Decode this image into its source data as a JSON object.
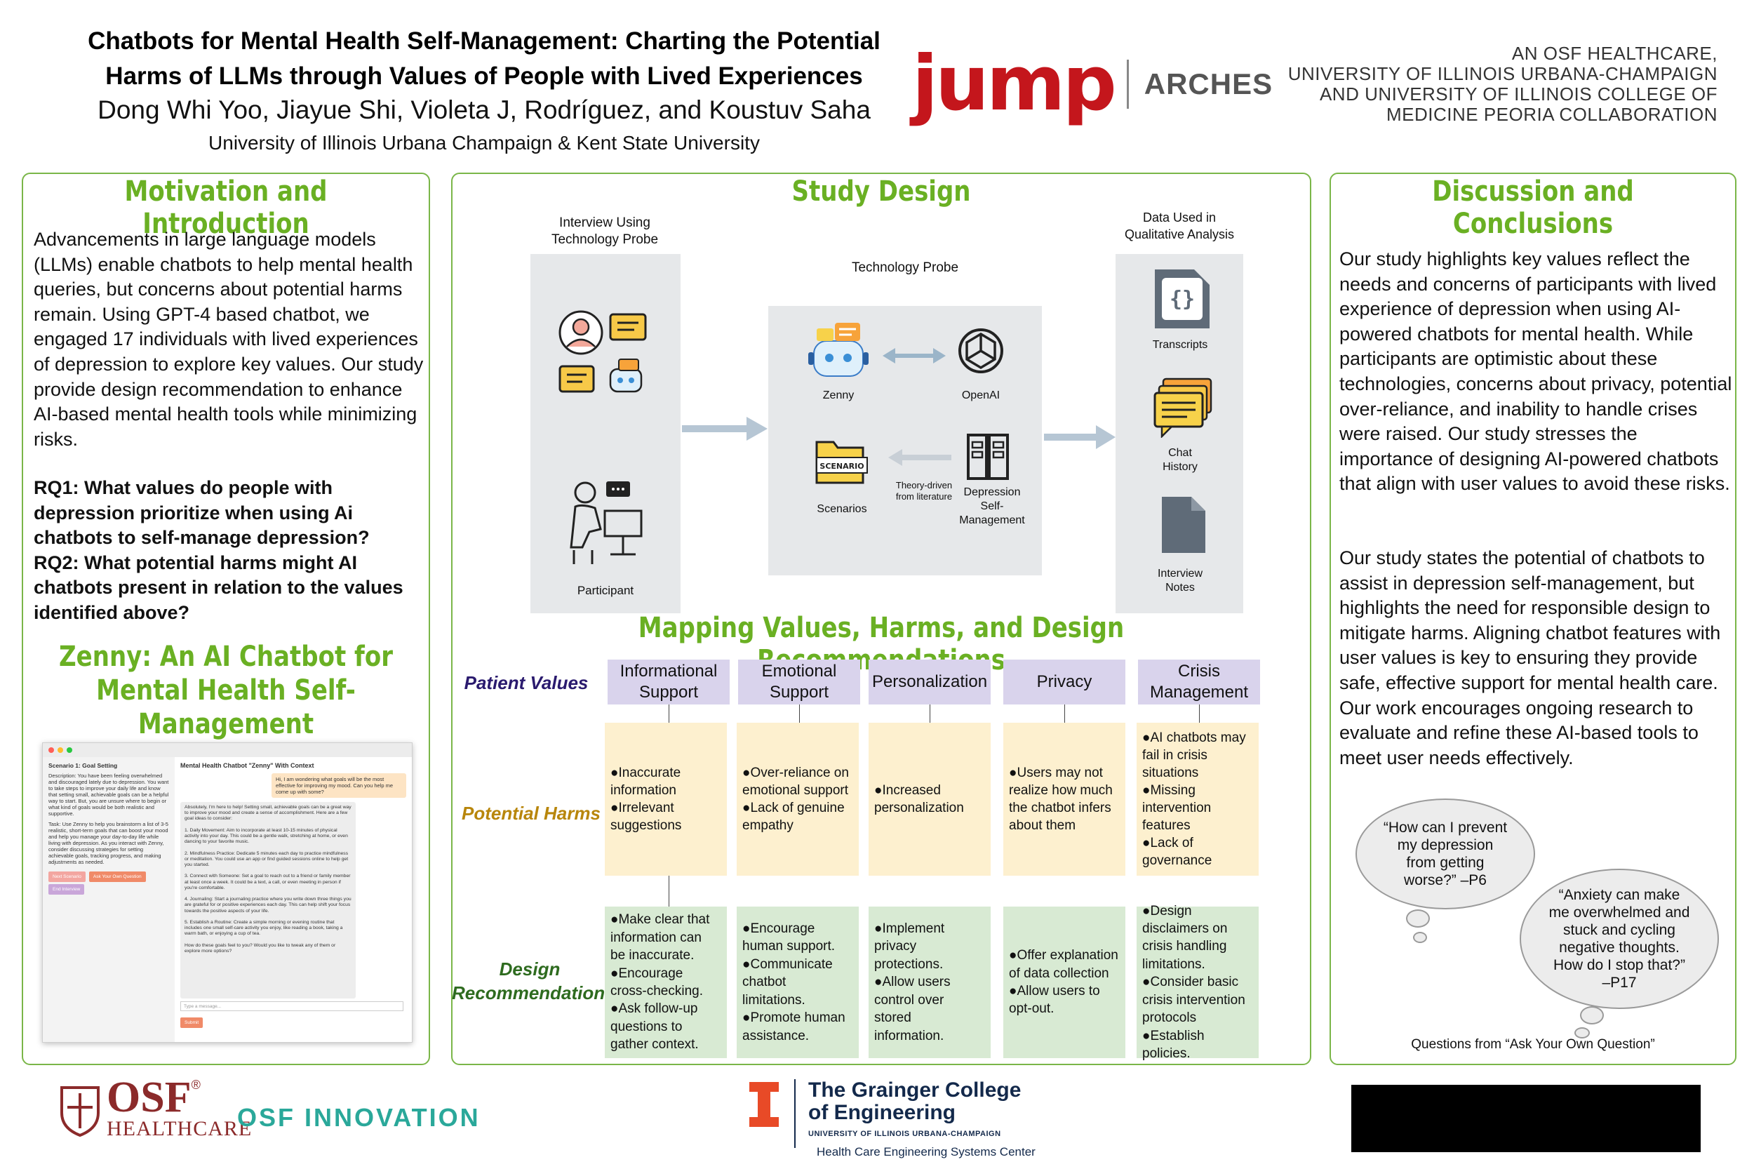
{
  "header": {
    "title_line1": "Chatbots for Mental Health Self-Management: Charting the Potential",
    "title_line2": "Harms of LLMs through Values of People with Lived Experiences",
    "authors": "Dong Whi Yoo, Jiayue Shi, Violeta J, Rodríguez, and Koustuv Saha",
    "affiliation": "University of Illinois Urbana Champaign & Kent State University",
    "logo_jump": "jump",
    "logo_arches": "ARCHES",
    "collab_lines": [
      "AN OSF HEALTHCARE,",
      "UNIVERSITY OF ILLINOIS URBANA-CHAMPAIGN",
      "AND UNIVERSITY OF ILLINOIS COLLEGE OF",
      "MEDICINE PEORIA COLLABORATION"
    ]
  },
  "left": {
    "title": "Motivation and Introduction",
    "intro": "Advancements in large language models (LLMs) enable chatbots to help mental health queries, but concerns about potential harms remain. Using GPT-4 based chatbot, we engaged 17 individuals with lived experiences of depression to explore key values. Our study provide design recommendation to enhance AI-based mental health tools while minimizing risks.",
    "rq1": "RQ1: What values do people with depression prioritize when using Ai chatbots to self-manage depression?",
    "rq2": "RQ2: What potential harms might AI chatbots present in relation to the values identified above?",
    "zenny_title_line1": "Zenny: An AI Chatbot for",
    "zenny_title_line2": "Mental Health Self-Management",
    "shot": {
      "scenario_title": "Scenario 1: Goal Setting",
      "scenario_desc": "Description: You have been feeling overwhelmed and discouraged lately due to depression. You want to take steps to improve your daily life and know that setting small, achievable goals can be a helpful way to start. But, you are unsure where to begin or what kind of goals would be both realistic and supportive.",
      "scenario_task": "Task: Use Zenny to help you brainstorm a list of 3-5 realistic, short-term goals that can boost your mood and help you manage your day-to-day life while living with depression. As you interact with Zenny, consider discussing strategies for setting achievable goals, tracking progress, and making adjustments as needed.",
      "btn_next": "Next Scenario",
      "btn_ask": "Ask Your Own Question",
      "btn_end": "End Interview",
      "chat_title": "Mental Health Chatbot \"Zenny\" With Context",
      "user_msg": "Hi, I am wondering what goals will be the most effective for improving my mood. Can you help me come up with some?",
      "bot_msg": "Absolutely, I'm here to help! Setting small, achievable goals can be a great way to improve your mood and create a sense of accomplishment. Here are a few goal ideas to consider:\n\n1. Daily Movement: Aim to incorporate at least 10-15 minutes of physical activity into your day. This could be a gentle walk, stretching at home, or even dancing to your favorite music.\n\n2. Mindfulness Practice: Dedicate 5 minutes each day to practice mindfulness or meditation. You could use an app or find guided sessions online to help get you started.\n\n3. Connect with Someone: Set a goal to reach out to a friend or family member at least once a week. It could be a text, a call, or even meeting in person if you're comfortable.\n\n4. Journaling: Start a journaling practice where you write down three things you are grateful for or positive experiences each day. This can help shift your focus towards the positive aspects of your life.\n\n5. Establish a Routine: Create a simple morning or evening routine that includes one small self-care activity you enjoy, like reading a book, taking a warm bath, or enjoying a cup of tea.\n\nHow do these goals feel to you? Would you like to tweak any of them or explore more options?",
      "input_placeholder": "Type a message...",
      "submit": "Submit"
    }
  },
  "mid": {
    "title": "Study Design",
    "interview_label": "Interview Using\nTechnology Probe",
    "participant": "Participant",
    "probe_label": "Technology Probe",
    "zenny": "Zenny",
    "openai": "OpenAI",
    "scenarios": "Scenarios",
    "scenario_tag": "SCENARIO",
    "theory": "Theory-driven\nfrom literature",
    "depression": "Depression\nSelf-\nManagement",
    "data_label": "Data Used in\nQualitative Analysis",
    "transcripts": "Transcripts",
    "chat_history": "Chat\nHistory",
    "interview_notes": "Interview\nNotes",
    "map_title": "Mapping Values, Harms, and Design Recommendations",
    "row_values": "Patient Values",
    "row_harms": "Potential Harms",
    "row_design": "Design\nRecommendations",
    "values": [
      "Informational\nSupport",
      "Emotional\nSupport",
      "Personalization",
      "Privacy",
      "Crisis\nManagement"
    ],
    "harms": [
      "●Inaccurate\n  information\n●Irrelevant\n  suggestions",
      "●Over-reliance on\n  emotional support\n●Lack of genuine\n  empathy",
      "●Increased\n  personalization",
      "●Users may not\n  realize how much\n  the chatbot infers\n  about them",
      "●AI chatbots may\n  fail in crisis\n  situations\n●Missing\n  intervention\n  features\n●Lack of\n  governance"
    ],
    "designs": [
      "●Make clear that\n  information can\n  be inaccurate.\n●Encourage\n  cross-checking.\n●Ask follow-up\n  questions to\n  gather context.",
      "●Encourage\n  human support.\n●Communicate\n  chatbot\n  limitations.\n●Promote human\n  assistance.",
      "●Implement\n  privacy\n  protections.\n●Allow users\n  control over\n  stored\n  information.",
      "●Offer explanation\n  of data collection\n●Allow users to\n  opt-out.",
      "●Design\n  disclaimers on\n  crisis handling\n  limitations.\n●Consider basic\n  crisis intervention\n  protocols\n●Establish policies."
    ]
  },
  "right": {
    "title": "Discussion and Conclusions",
    "para1": "Our study highlights key values reflect the needs and concerns of participants with lived experience of depression when using AI-powered chatbots for mental health. While participants are optimistic about these technologies, concerns about privacy, potential over-reliance, and inability to handle crises were raised. Our study stresses the importance of designing AI-powered chatbots that align with user values to avoid these risks.",
    "para2": "Our study states the potential of chatbots to assist in depression self-management, but highlights the need for responsible design to mitigate harms. Aligning chatbot features with user values is key to ensuring they provide safe, effective support for mental health care. Our work encourages ongoing research to evaluate and refine these AI-based tools to meet user needs effectively.",
    "quote1": "“How can I prevent my depression from getting worse?” –P6",
    "quote2": "“Anxiety can make me overwhelmed and stuck and cycling negative thoughts. How do I stop that?” –P17",
    "quote_caption": "Questions from “Ask Your Own Question”"
  },
  "footer": {
    "osf": "OSF",
    "osf_reg": "®",
    "osf_healthcare": "HEALTHCARE",
    "osf_innovation": "OSF INNOVATION",
    "grainger_line1": "The Grainger College",
    "grainger_line2": "of Engineering",
    "grainger_uiuc": "UNIVERSITY OF ILLINOIS URBANA-CHAMPAIGN",
    "grainger_center": "Health Care Engineering Systems Center"
  },
  "colors": {
    "green_title": "#6ab023",
    "value_purple": "#d9d3ec",
    "harm_yellow": "#fdf0cf",
    "design_green": "#d8ead3",
    "patient_values_text": "#2a1a6e",
    "potential_harms_text": "#b8860b",
    "design_text": "#2e6b1f"
  }
}
